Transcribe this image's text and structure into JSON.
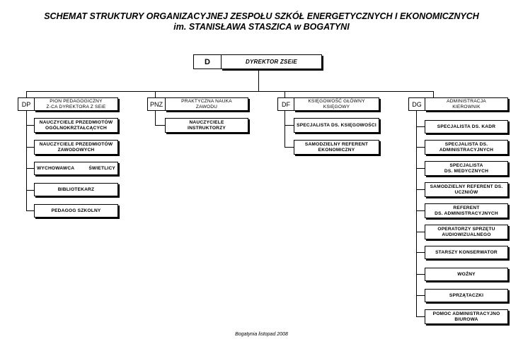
{
  "title": {
    "line1": "SCHEMAT STRUKTURY ORGANIZACYJNEJ ZESPOŁU SZKÓŁ ENERGETYCZNYCH I EKONOMICZNYCH",
    "line2": "im. STANISŁAWA STASZICA w BOGATYNI"
  },
  "director": {
    "code": "D",
    "label": "DYREKTOR ZSEiE"
  },
  "departments": [
    {
      "code": "DP",
      "label": "PION PEDAGOGICZNY\nZ-CA DYREKTORA Z SEiE",
      "units": [
        "NAUCZYCIELE PRZEDMIOTÓW\nOGÓLNOKRZTAŁCĄCYCH",
        "NAUCZYCIELE PRZEDMIOTÓW\nZAWODOWYCH",
        "WYCHOWAWCA          ŚWIETLICY",
        "BIBLIOTEKARZ",
        "PEDAGOG  SZKOLNY"
      ]
    },
    {
      "code": "PNZ",
      "label": "PRAKTYCZNA NAUKA\nZAWODU",
      "units": [
        "NAUCZYCIELE\nINSTRUKTORZY"
      ]
    },
    {
      "code": "DF",
      "label": "KSIĘGOWOŚĆ  GŁÓWNY\nKSIĘGOWY",
      "units": [
        "SPECJALISTA DS. KSIĘGOWOŚCI",
        "SAMODZIELNY REFERENT\nEKONOMICZNY"
      ]
    },
    {
      "code": "DG",
      "label": "ADMINISTRACJA\nKIEROWNIK",
      "units": [
        "SPECJALISTA DS. KADR",
        "SPECJALISTA DS.\nADMINISTRACYJNYCH",
        "SPECJALISTA\nDS. MEDYCZNYCH",
        "SAMODZIELNY REFERENT DS.\nUCZNIÓW",
        "REFERENT\nDS. ADMINISTRACYJNYCH",
        "OPERATORZY  SPRZĘTU\nAUDIOWIZUALNEGO",
        "STARSZY KONSERWATOR",
        "WOŹNY",
        "SPRZĄTACZKI",
        "POMOC ADMINISTRACYJNO\nBIUROWA"
      ]
    }
  ],
  "footer": "Bogatynia listopad 2008"
}
